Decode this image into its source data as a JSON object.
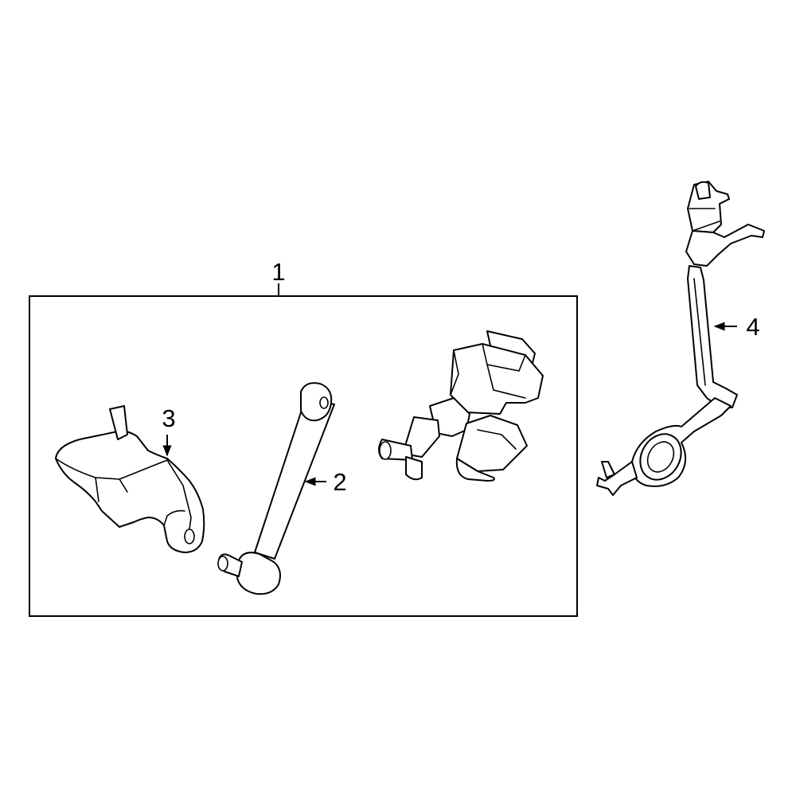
{
  "diagram": {
    "highlight_color": "#2a44d8",
    "callouts": [
      {
        "id": "1",
        "label": "1"
      },
      {
        "id": "2",
        "label": "2"
      },
      {
        "id": "3",
        "label": "3"
      },
      {
        "id": "4",
        "label": "4"
      }
    ]
  }
}
